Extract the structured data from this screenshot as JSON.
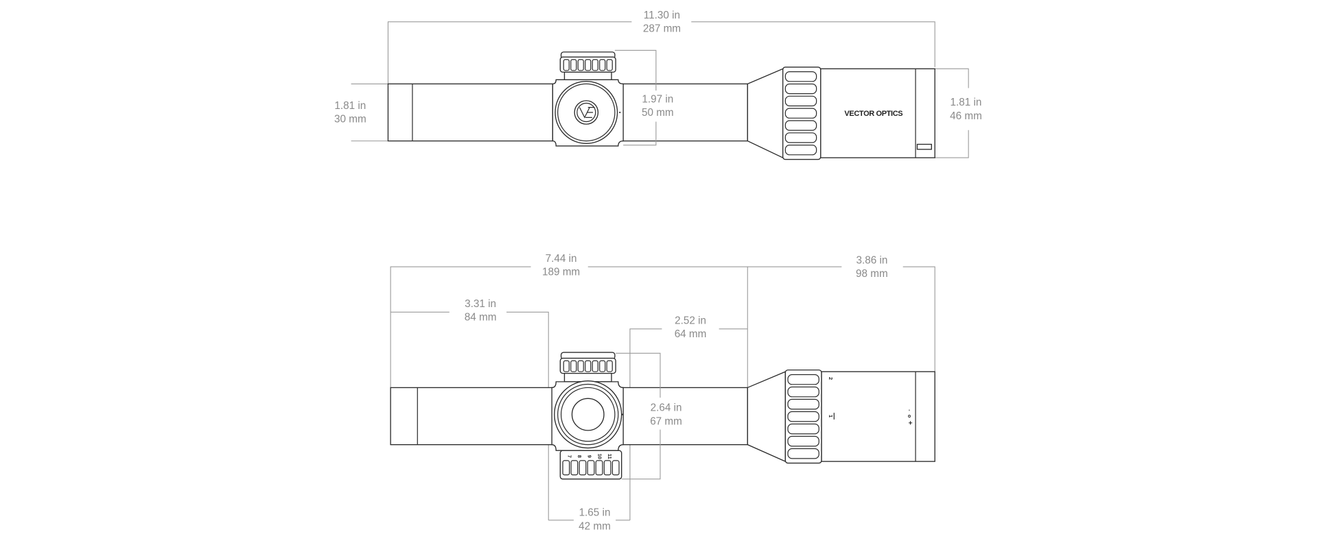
{
  "top_view": {
    "brand": "VECTOR OPTICS",
    "overall_length": {
      "in": "11.30 in",
      "mm": "287 mm"
    },
    "objective_diameter": {
      "in": "1.81 in",
      "mm": "30 mm"
    },
    "turret_height": {
      "in": "1.97 in",
      "mm": "50 mm"
    },
    "eyepiece_diameter": {
      "in": "1.81 in",
      "mm": "46 mm"
    }
  },
  "side_view": {
    "front_to_cone": {
      "in": "7.44 in",
      "mm": "189 mm"
    },
    "eyepiece_length": {
      "in": "3.86 in",
      "mm": "98 mm"
    },
    "front_to_saddle": {
      "in": "3.31 in",
      "mm": "84 mm"
    },
    "saddle_to_cone": {
      "in": "2.52 in",
      "mm": "64 mm"
    },
    "turret_height": {
      "in": "2.64 in",
      "mm": "67 mm"
    },
    "mount_span": {
      "in": "1.65 in",
      "mm": "42 mm"
    },
    "power_marks": [
      "1",
      "2"
    ],
    "diopter_marks": [
      "+",
      "o",
      "-"
    ],
    "illumination_marks": [
      "7",
      "8",
      "9",
      "10",
      "11"
    ]
  }
}
